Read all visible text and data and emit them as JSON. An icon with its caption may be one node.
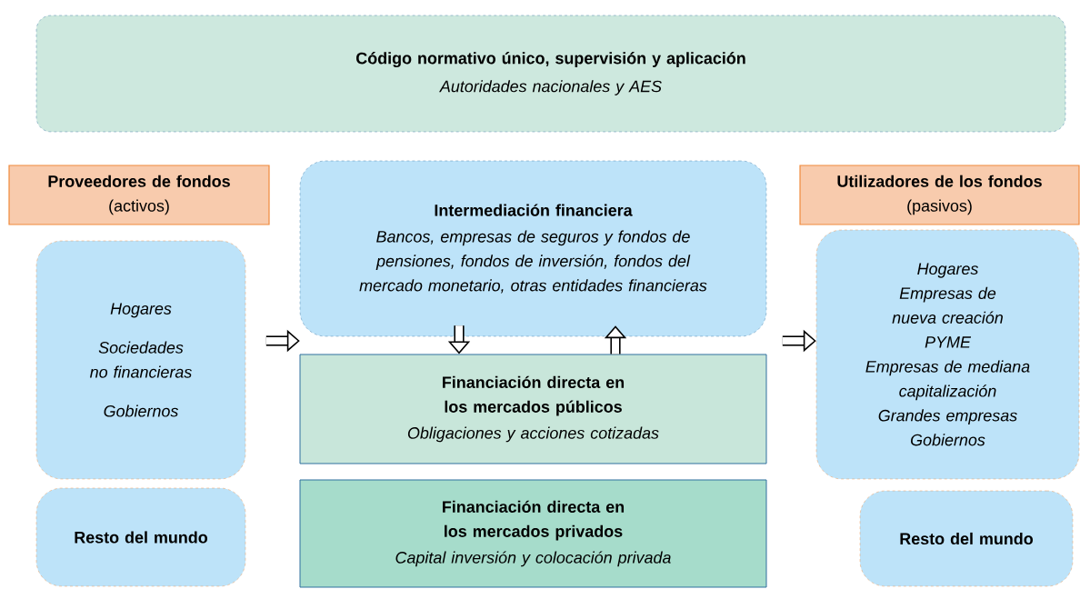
{
  "diagram": {
    "nodes": [
      {
        "text": [
          "Código normativo único, supervisión y aplicación",
          "Autoridades nacionales y AES"
        ]
      },
      {
        "text": [
          "Proveedores de fondos",
          "(activos)"
        ]
      },
      {
        "text": [
          "Hogares",
          "Sociedades no financieras",
          "Gobiernos"
        ]
      },
      {
        "text": [
          "Resto del mundo"
        ]
      },
      {
        "text": [
          "Intermediación financiera",
          "Bancos, empresas de seguros y fondos de pensiones, fondos de inversión, fondos del mercado monetario, otras entidades financieras"
        ]
      },
      {
        "text": [
          "Financiación directa en los mercados públicos",
          "Obligaciones y acciones cotizadas"
        ]
      },
      {
        "text": [
          "Financiación directa en los mercados privados",
          "Capital inversión y colocación privada"
        ]
      },
      {
        "text": [
          "Utilizadores de los fondos",
          "(pasivos)"
        ]
      },
      {
        "text": [
          "Hogares",
          "Empresas de nueva creación",
          "PYME",
          "Empresas de mediana capitalización",
          "Grandes empresas",
          "Gobiernos"
        ]
      },
      {
        "text": [
          "Resto del mundo"
        ]
      }
    ],
    "edges": [
      {
        "from": null,
        "to": 4,
        "arrow": "to"
      },
      {
        "from": 4,
        "to": 5,
        "arrow": "to"
      },
      {
        "from": 5,
        "to": 4,
        "arrow": "to"
      },
      {
        "from": null,
        "to": 8,
        "arrow": "to"
      }
    ]
  }
}
